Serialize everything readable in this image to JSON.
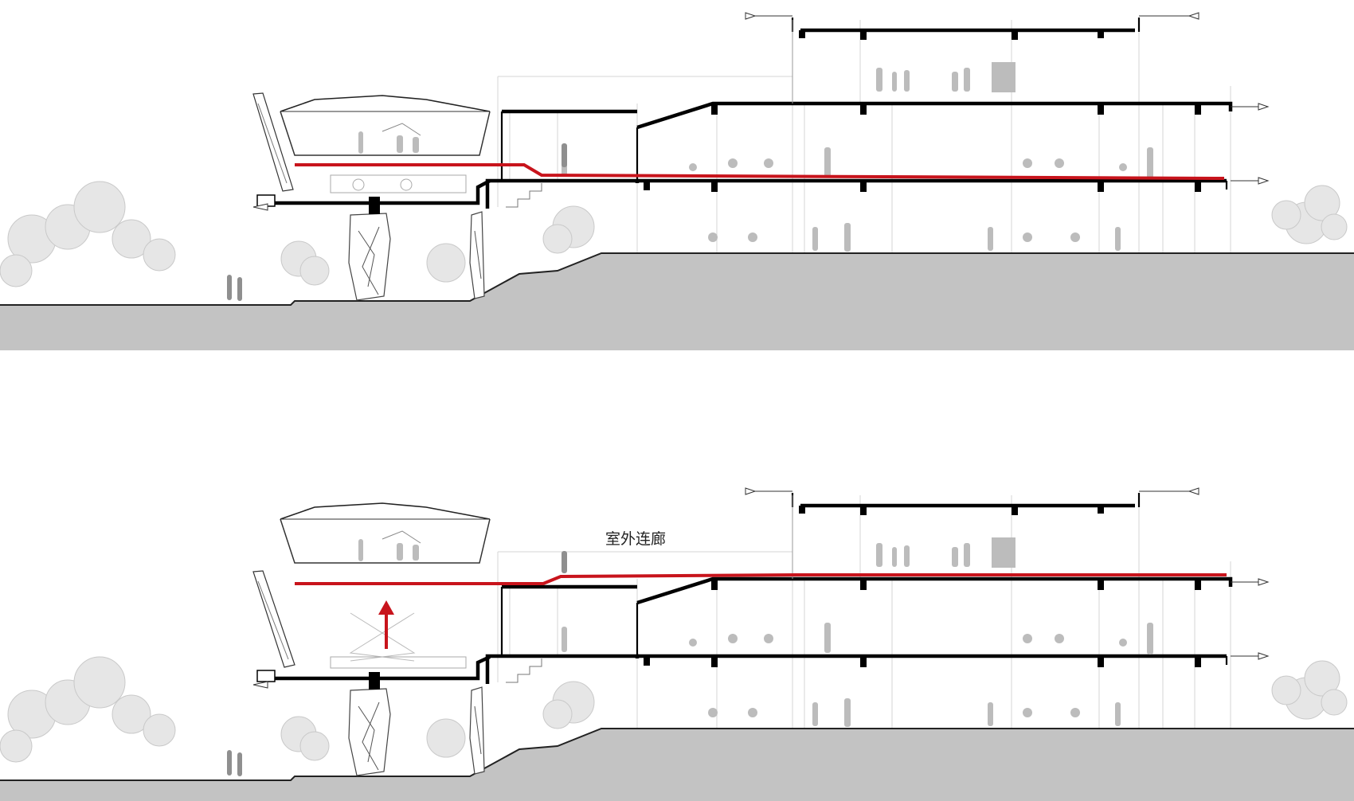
{
  "labels": {
    "outdoor_corridor": "室外连廊"
  },
  "colors": {
    "circulation_path": "#c8141c",
    "ground": "#c3c3c3",
    "structure": "#000000",
    "background": "#ffffff"
  },
  "icons": {
    "lift_direction": "arrow-up-icon",
    "level_marker": "level-marker-icon"
  },
  "sections": [
    {
      "name": "section-before"
    },
    {
      "name": "section-after"
    }
  ]
}
